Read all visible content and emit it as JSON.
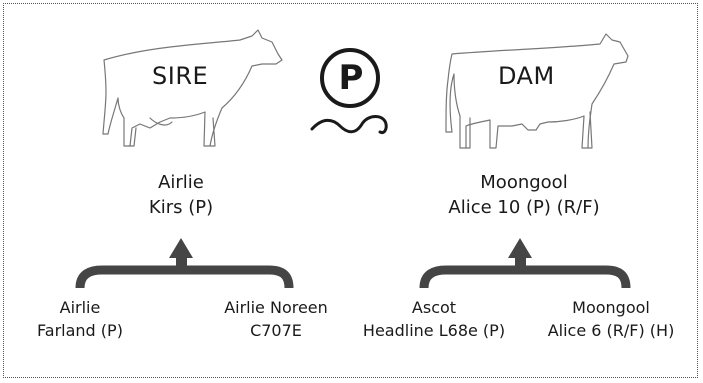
{
  "sire": {
    "label": "SIRE",
    "name_line1": "Airlie",
    "name_line2": "Kirs (P)",
    "sire_parent": {
      "line1": "Airlie",
      "line2": "Farland (P)"
    },
    "dam_parent": {
      "line1": "Airlie Noreen",
      "line2": "C707E"
    }
  },
  "dam": {
    "label": "DAM",
    "name_line1": "Moongool",
    "name_line2": "Alice 10 (P) (R/F)",
    "sire_parent": {
      "line1": "Ascot",
      "line2": "Headline L68e (P)"
    },
    "dam_parent": {
      "line1": "Moongool",
      "line2": "Alice 6 (R/F) (H)"
    }
  },
  "center_icon": {
    "letter": "P",
    "icon": "polled-p-icon"
  },
  "colors": {
    "line": "#1a1a1a",
    "bracket": "#454545",
    "outline": "#777777"
  }
}
